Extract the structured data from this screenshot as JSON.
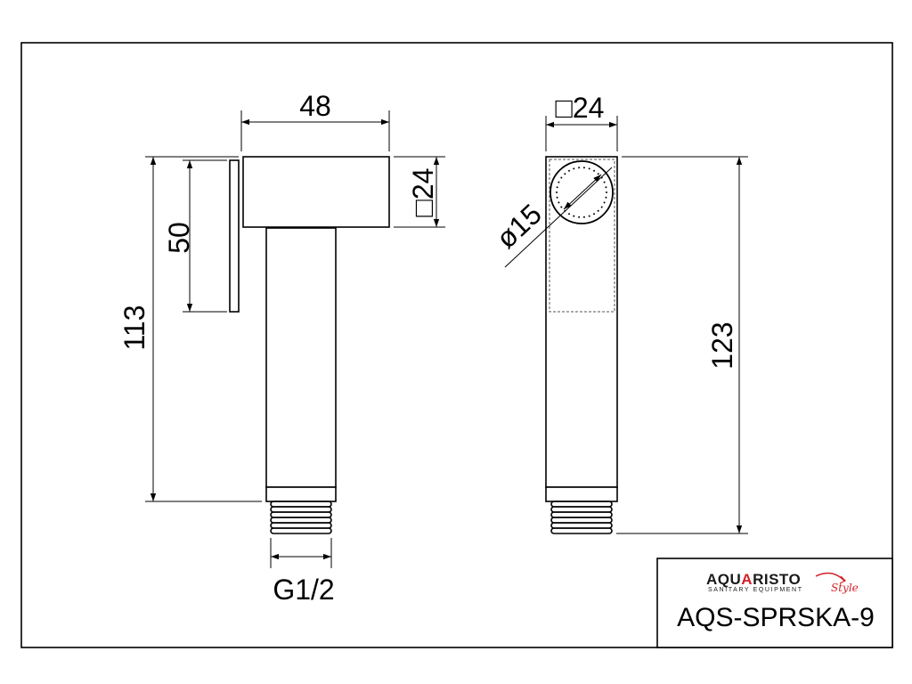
{
  "drawing": {
    "dimensions": {
      "width_top": "48",
      "square_side": "□24",
      "square_top": "□24",
      "height_plate": "50",
      "height_total_side": "113",
      "height_total_front": "123",
      "diameter_head": "ø15",
      "thread": "G1/2"
    },
    "title_block": {
      "brand_prefix": "AQU",
      "brand_highlight": "A",
      "brand_suffix": "RISTO",
      "brand_script": "Style",
      "tagline": "SANITARY EQUIPMENT",
      "product_code": "AQS-SPRSKA-9"
    }
  },
  "colors": {
    "line": "#000000",
    "brand_accent": "#d21f26",
    "hidden_line": "#555555"
  }
}
